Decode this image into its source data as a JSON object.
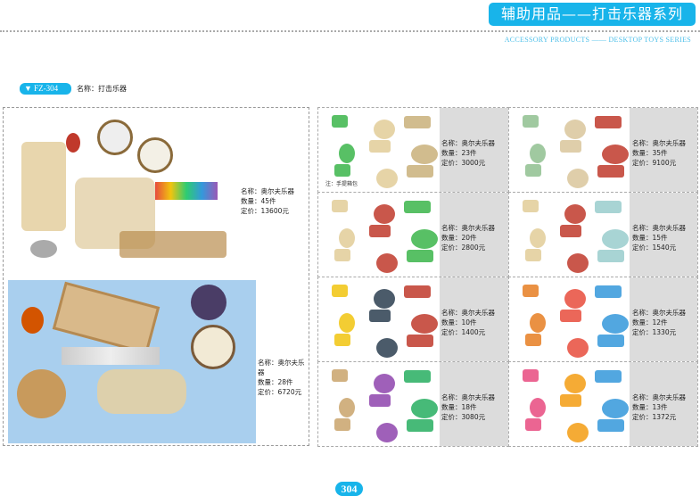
{
  "header": {
    "title": "辅助用品——打击乐器系列",
    "subtitle": "ACCESSORY PRODUCTS —— DESKTOP TOYS SERIES"
  },
  "product": {
    "code": "▼ FZ-304",
    "name": "名称：打击乐器"
  },
  "left_sets": [
    {
      "name": "名称：奥尔夫乐器",
      "qty": "数量：45件",
      "price": "定价：13600元"
    },
    {
      "name": "名称：奥尔夫乐器",
      "qty": "数量：28件",
      "price": "定价：6720元"
    }
  ],
  "grid_sets": [
    {
      "name": "名称：奥尔夫乐器",
      "qty": "数量：23件",
      "price": "定价：3000元",
      "note": "注：手提箱包"
    },
    {
      "name": "名称：奥尔夫乐器",
      "qty": "数量：35件",
      "price": "定价：9100元"
    },
    {
      "name": "名称：奥尔夫乐器",
      "qty": "数量：20件",
      "price": "定价：2800元"
    },
    {
      "name": "名称：奥尔夫乐器",
      "qty": "数量：15件",
      "price": "定价：1540元"
    },
    {
      "name": "名称：奥尔夫乐器",
      "qty": "数量：10件",
      "price": "定价：1400元"
    },
    {
      "name": "名称：奥尔夫乐器",
      "qty": "数量：12件",
      "price": "定价：1330元"
    },
    {
      "name": "名称：奥尔夫乐器",
      "qty": "数量：18件",
      "price": "定价：3080元"
    },
    {
      "name": "名称：奥尔夫乐器",
      "qty": "数量：13件",
      "price": "定价：1372元"
    }
  ],
  "page_number": "304"
}
